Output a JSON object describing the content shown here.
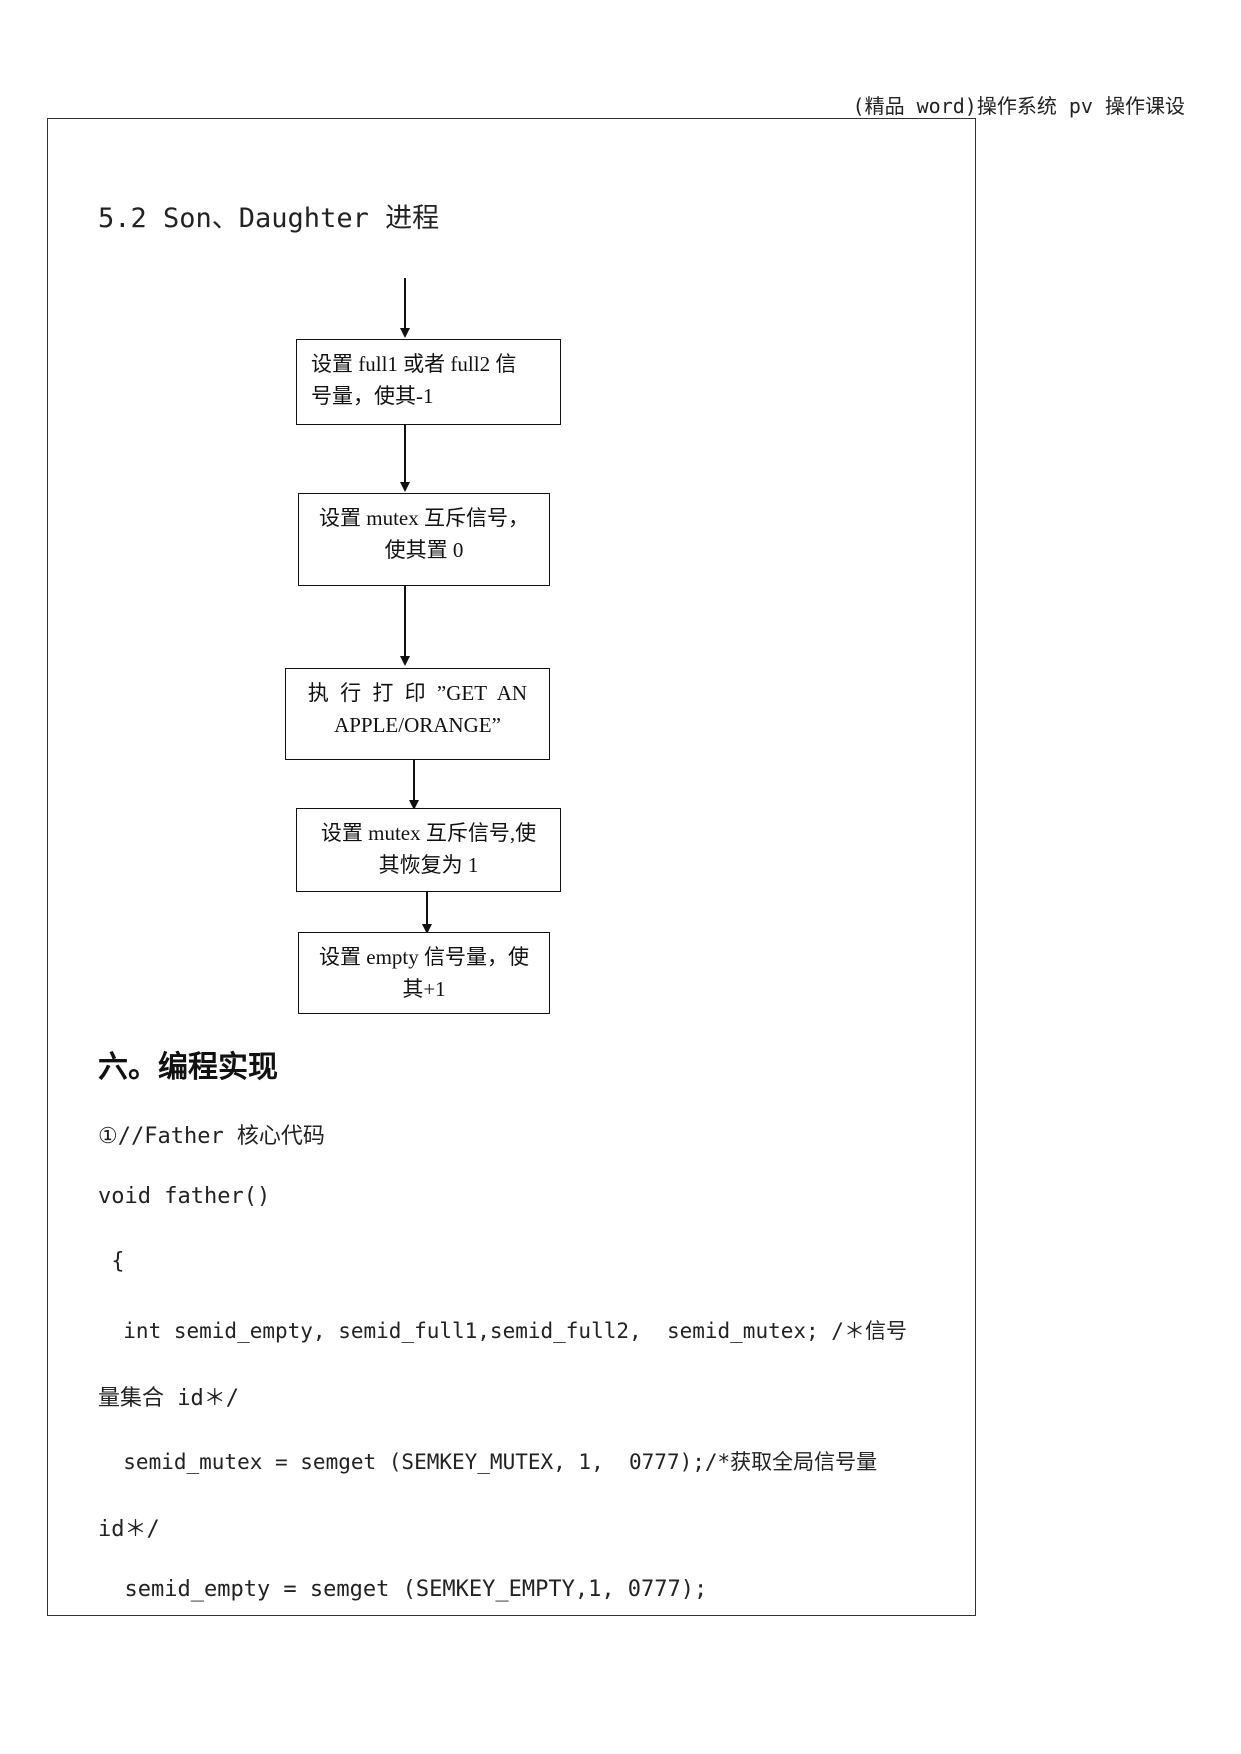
{
  "header": {
    "title": "(精品 word)操作系统 pv 操作课设"
  },
  "section": {
    "title": "5.2 Son、Daughter 进程"
  },
  "flowchart": {
    "steps": [
      {
        "line1": "设置 full1 或者 full2 信",
        "line2": "号量，使其-1"
      },
      {
        "line1": "设置 mutex 互斥信号，",
        "line2": "使其置 0"
      },
      {
        "line1": "执 行 打 印 ”GET AN",
        "line2": "APPLE/ORANGE”"
      },
      {
        "line1": "设置 mutex 互斥信号,使",
        "line2": "其恢复为 1"
      },
      {
        "line1": "设置 empty 信号量，使",
        "line2": "其+1"
      }
    ]
  },
  "programming": {
    "heading": "六。编程实现",
    "lines": [
      "①//Father 核心代码",
      "void father()",
      " {",
      "  int semid_empty, semid_full1,semid_full2,  semid_mutex; /＊信号",
      "量集合 id＊/",
      "  semid_mutex = semget (SEMKEY_MUTEX, 1,  0777);/*获取全局信号量",
      "id＊/",
      "  semid_empty = semget (SEMKEY_EMPTY,1, 0777);"
    ]
  }
}
